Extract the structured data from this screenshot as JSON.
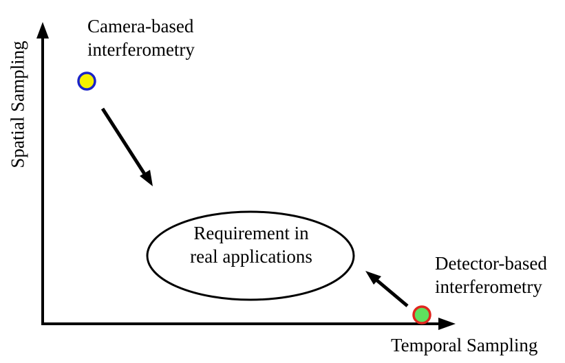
{
  "axes": {
    "x_label": "Temporal Sampling",
    "y_label": "Spatial Sampling"
  },
  "camera_point": {
    "label_line1": "Camera-based",
    "label_line2": "interferometry",
    "fill_color": "#f5f000",
    "stroke_color": "#1a23c8"
  },
  "detector_point": {
    "label_line1": "Detector-based",
    "label_line2": "interferometry",
    "fill_color": "#5ee05e",
    "stroke_color": "#e0261f"
  },
  "requirement": {
    "line1": "Requirement in",
    "line2": "real applications"
  }
}
